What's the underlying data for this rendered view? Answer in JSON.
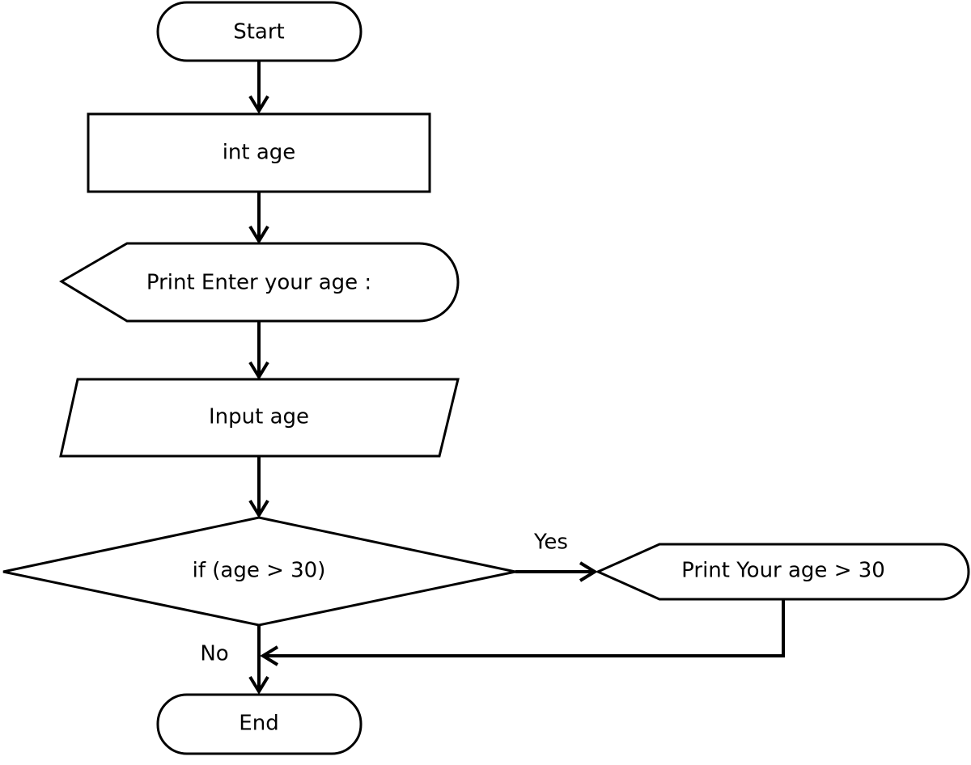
{
  "diagram": {
    "nodes": {
      "start": "Start",
      "declare": "int age",
      "prompt": "Print Enter your age :",
      "input": "Input age",
      "decision": "if (age > 30)",
      "output": "Print Your age > 30",
      "end": "End"
    },
    "edges": {
      "yes_label": "Yes",
      "no_label": "No"
    },
    "colors": {
      "stroke": "#000000",
      "fill": "#ffffff"
    }
  }
}
